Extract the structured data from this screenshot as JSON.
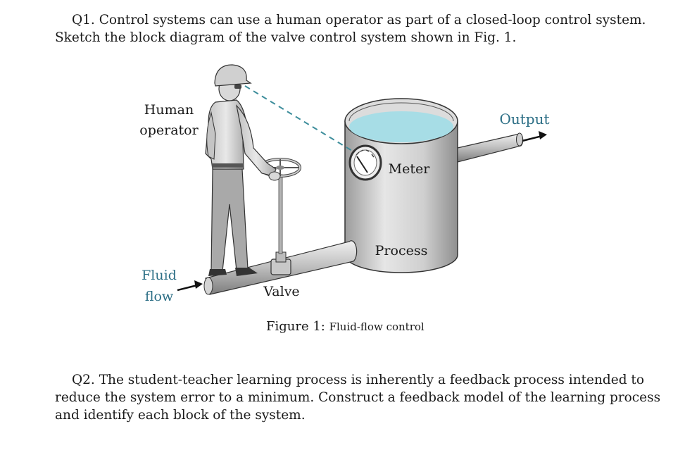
{
  "q1": {
    "line1": "Q1. Control systems can use a human operator as part of a closed-loop control system.",
    "line2": "Sketch the block diagram of the valve control system shown in Fig. 1."
  },
  "figure": {
    "labels": {
      "human": "Human",
      "operator": "operator",
      "output": "Output",
      "meter": "Meter",
      "process": "Process",
      "fluid": "Fluid",
      "flow": "flow",
      "valve": "Valve"
    },
    "caption_label": "Figure 1:",
    "caption_text": "Fluid-flow control",
    "colors": {
      "label_teal": "#2d6f86",
      "water": "#a7dde6",
      "tank_gray": "#c9c9c9",
      "dashed_line": "#3e8e9c"
    }
  },
  "q2": {
    "line1": "Q2. The student-teacher learning process is inherently a feedback process intended to",
    "line2": "reduce the system error to a minimum. Construct a feedback model of the learning process",
    "line3": "and identify each block of the system."
  }
}
